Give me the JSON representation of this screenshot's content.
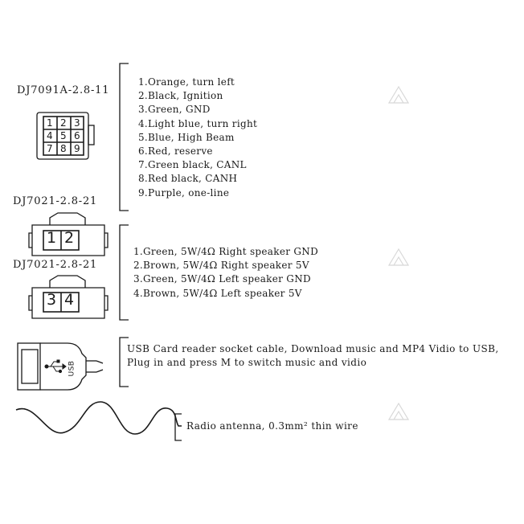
{
  "connector1": {
    "label": "DJ7091A-2.8-11",
    "pins": [
      "1",
      "2",
      "3",
      "4",
      "5",
      "6",
      "7",
      "8",
      "9"
    ],
    "wires": [
      "1.Orange, turn left",
      "2.Black, Ignition",
      "3.Green, GND",
      "4.Light blue, turn right",
      "5.Blue, High Beam",
      "6.Red, reserve",
      "7.Green black, CANL",
      "8.Red black, CANH",
      "9.Purple, one-line"
    ]
  },
  "connector2": {
    "label": "DJ7021-2.8-21",
    "pins": [
      "1",
      "2"
    ]
  },
  "connector3": {
    "label": "DJ7021-2.8-21",
    "pins": [
      "3",
      "4"
    ]
  },
  "speakers": {
    "wires": [
      "1.Green, 5W/4Ω Right speaker GND",
      "2.Brown, 5W/4Ω Right speaker 5V",
      "3.Green, 5W/4Ω Left speaker GND",
      "4.Brown, 5W/4Ω Left speaker 5V"
    ]
  },
  "usb": {
    "plug_text": "USB",
    "line1": "USB Card reader socket cable, Download music and MP4 Vidio to USB,",
    "line2": "Plug in and press M to switch music and vidio"
  },
  "antenna": {
    "text": "Radio antenna, 0.3mm² thin wire"
  }
}
